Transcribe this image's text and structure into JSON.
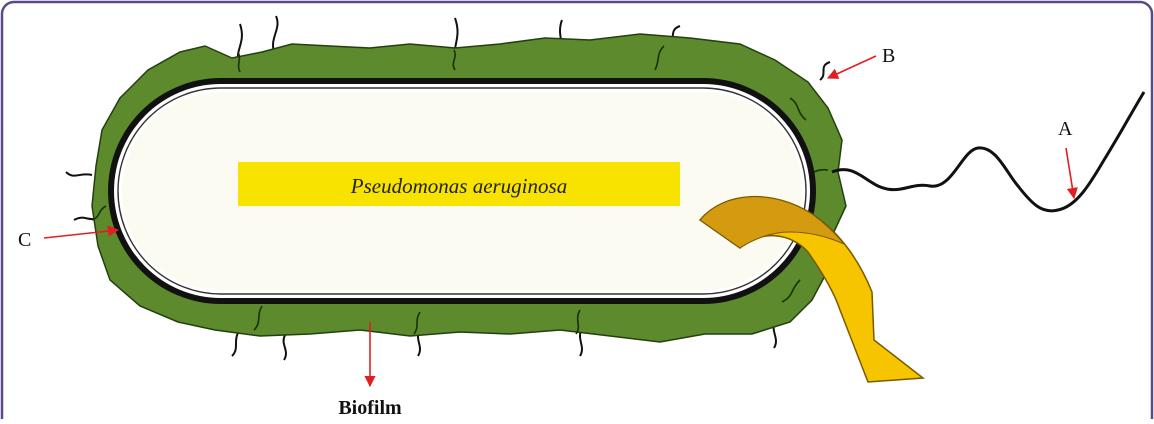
{
  "figure": {
    "cell_label": "Pseudomonas aeruginosa",
    "labels": {
      "a": "A",
      "b": "B",
      "c": "C",
      "biofilm": "Biofilm"
    },
    "colors": {
      "frame": "#5a4a8a",
      "biofilm": "#5c8a2c",
      "biofilm_edge": "#243f10",
      "cell_fill": "#fbfbf1",
      "membrane": "#111111",
      "label_band": "#f7e200",
      "arrow": "#e02020",
      "secretion_outer": "#f7c400",
      "secretion_inner": "#d49a10"
    }
  }
}
